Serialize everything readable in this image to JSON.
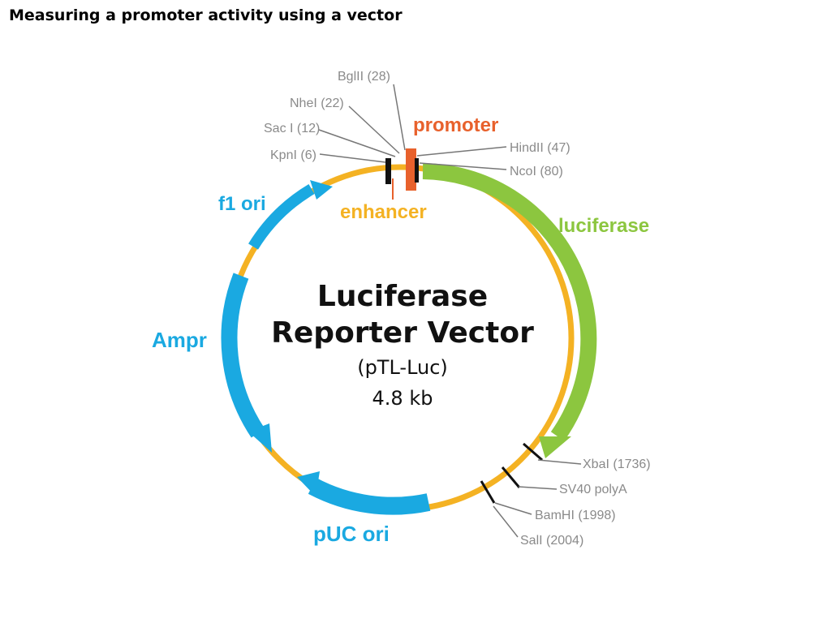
{
  "slide": {
    "title": "Measuring a promoter activity using a vector"
  },
  "plasmid": {
    "name_line1": "Luciferase",
    "name_line2": "Reporter Vector",
    "code": "(pTL-Luc)",
    "size": "4.8 kb",
    "backbone_color": "#f4b223",
    "features": {
      "promoter": {
        "label": "promoter",
        "color": "#e8612c"
      },
      "enhancer": {
        "label": "enhancer",
        "color": "#f4b223"
      },
      "luciferase": {
        "label": "luciferase",
        "color": "#8cc63f"
      },
      "f1_ori": {
        "label": "f1 ori",
        "color": "#1aa9e1"
      },
      "ampr": {
        "label": "Ampr",
        "color": "#1aa9e1"
      },
      "puc_ori": {
        "label": "pUC ori",
        "color": "#1aa9e1"
      },
      "sv40_polya": {
        "label": "SV40 polyA"
      }
    },
    "sites": {
      "bglii": "BglII (28)",
      "nhei": "NheI (22)",
      "saci": "Sac I (12)",
      "kpni": "KpnI (6)",
      "hindiii": "HindII (47)",
      "ncoi": "NcoI (80)",
      "xbai": "XbaI (1736)",
      "bamhi": "BamHI (1998)",
      "sali": "SalI (2004)"
    }
  }
}
